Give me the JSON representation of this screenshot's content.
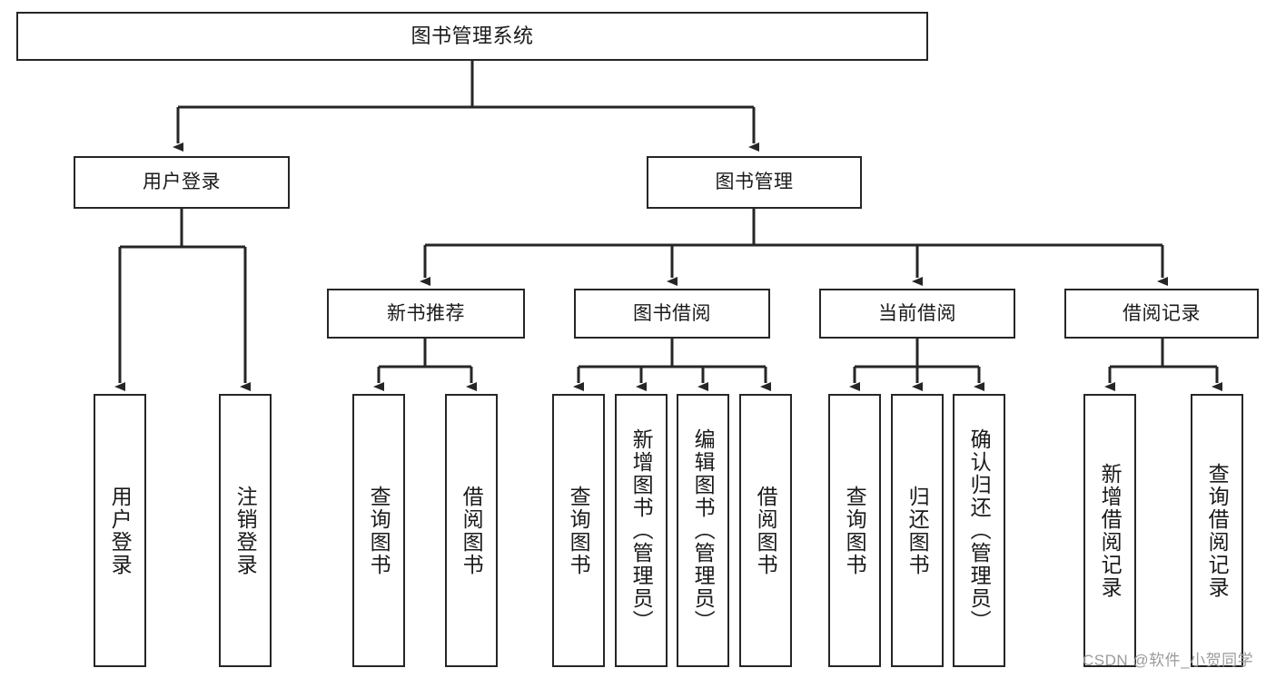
{
  "diagram": {
    "title": "图书管理系统",
    "type": "tree",
    "watermark": "CSDN @软件_小贺同学",
    "colors": {
      "stroke": "#262626",
      "fill": "#ffffff",
      "text": "#1a1a1a",
      "watermark": "#9b9b9b"
    },
    "root": {
      "label": "图书管理系统"
    },
    "level1": [
      {
        "label": "用户登录"
      },
      {
        "label": "图书管理"
      }
    ],
    "level2": [
      {
        "label": "新书推荐"
      },
      {
        "label": "图书借阅"
      },
      {
        "label": "当前借阅"
      },
      {
        "label": "借阅记录"
      }
    ],
    "leaves": {
      "user_login": [
        {
          "label": "用户登录"
        },
        {
          "label": "注销登录"
        }
      ],
      "new_book": [
        {
          "label": "查询图书"
        },
        {
          "label": "借阅图书"
        }
      ],
      "book_borrow": [
        {
          "label": "查询图书"
        },
        {
          "label": "新增图书（管理员）"
        },
        {
          "label": "编辑图书（管理员）"
        },
        {
          "label": "借阅图书"
        }
      ],
      "current_borrow": [
        {
          "label": "查询图书"
        },
        {
          "label": "归还图书"
        },
        {
          "label": "确认归还（管理员）"
        }
      ],
      "borrow_record": [
        {
          "label": "新增借阅记录"
        },
        {
          "label": "查询借阅记录"
        }
      ]
    }
  }
}
